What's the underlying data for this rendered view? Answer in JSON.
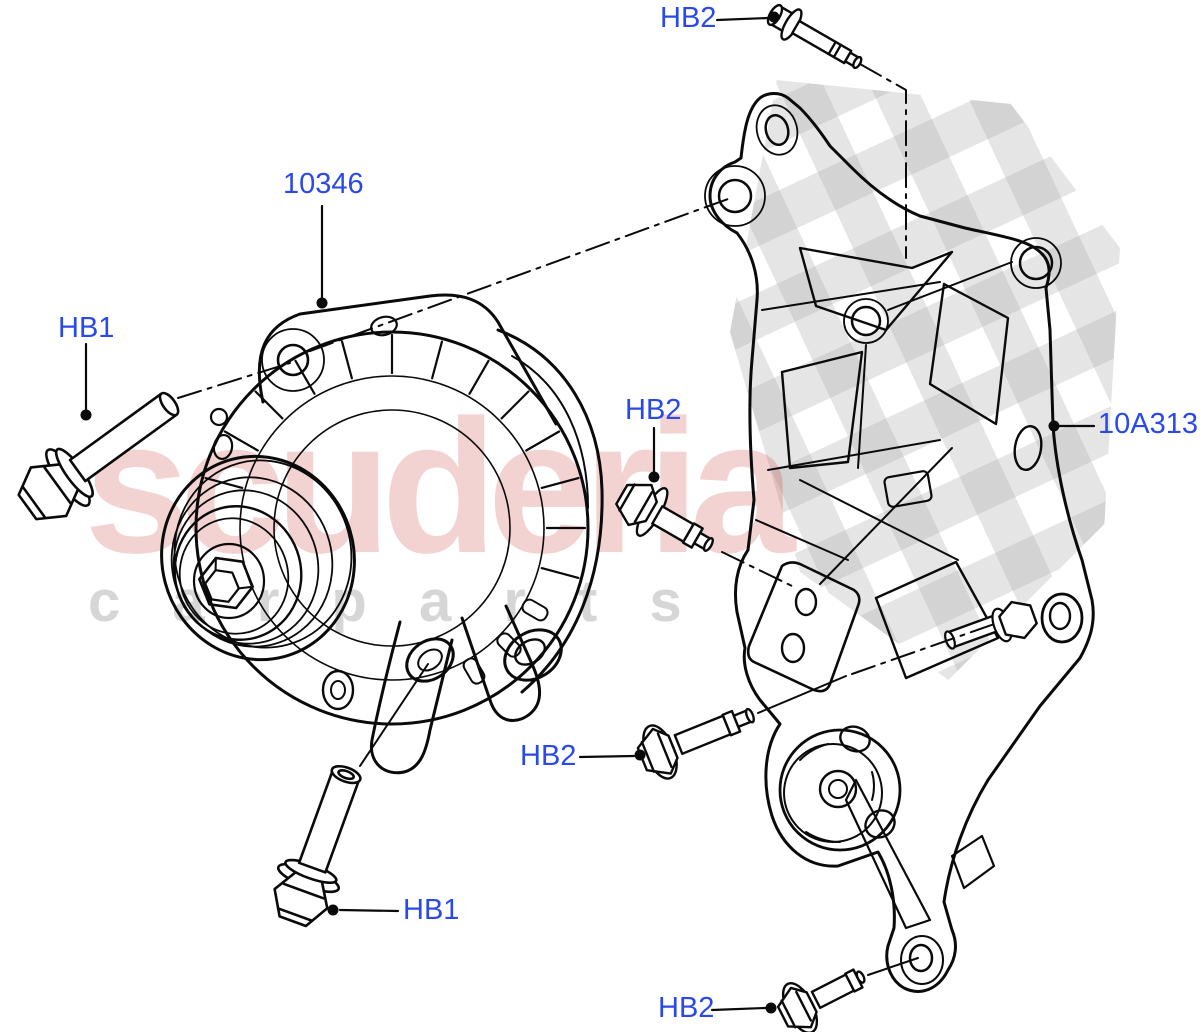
{
  "page": {
    "background": "#ffffff"
  },
  "colors": {
    "ink": "#0a0a0a",
    "label-blue": "#2a49e8",
    "wm-pink": "rgba(206,68,68,0.24)",
    "wm-gray": "#d6d6d6"
  },
  "watermark": {
    "brand": "scuderia",
    "tagline": "c a r  p a r t s"
  },
  "callouts": {
    "hb2_top": "HB2",
    "part_10346": "10346",
    "hb1_left": "HB1",
    "hb2_mid": "HB2",
    "part_10a313": "10A313",
    "hb2_lower": "HB2",
    "hb1_bottom": "HB1",
    "hb2_bottom": "HB2"
  }
}
